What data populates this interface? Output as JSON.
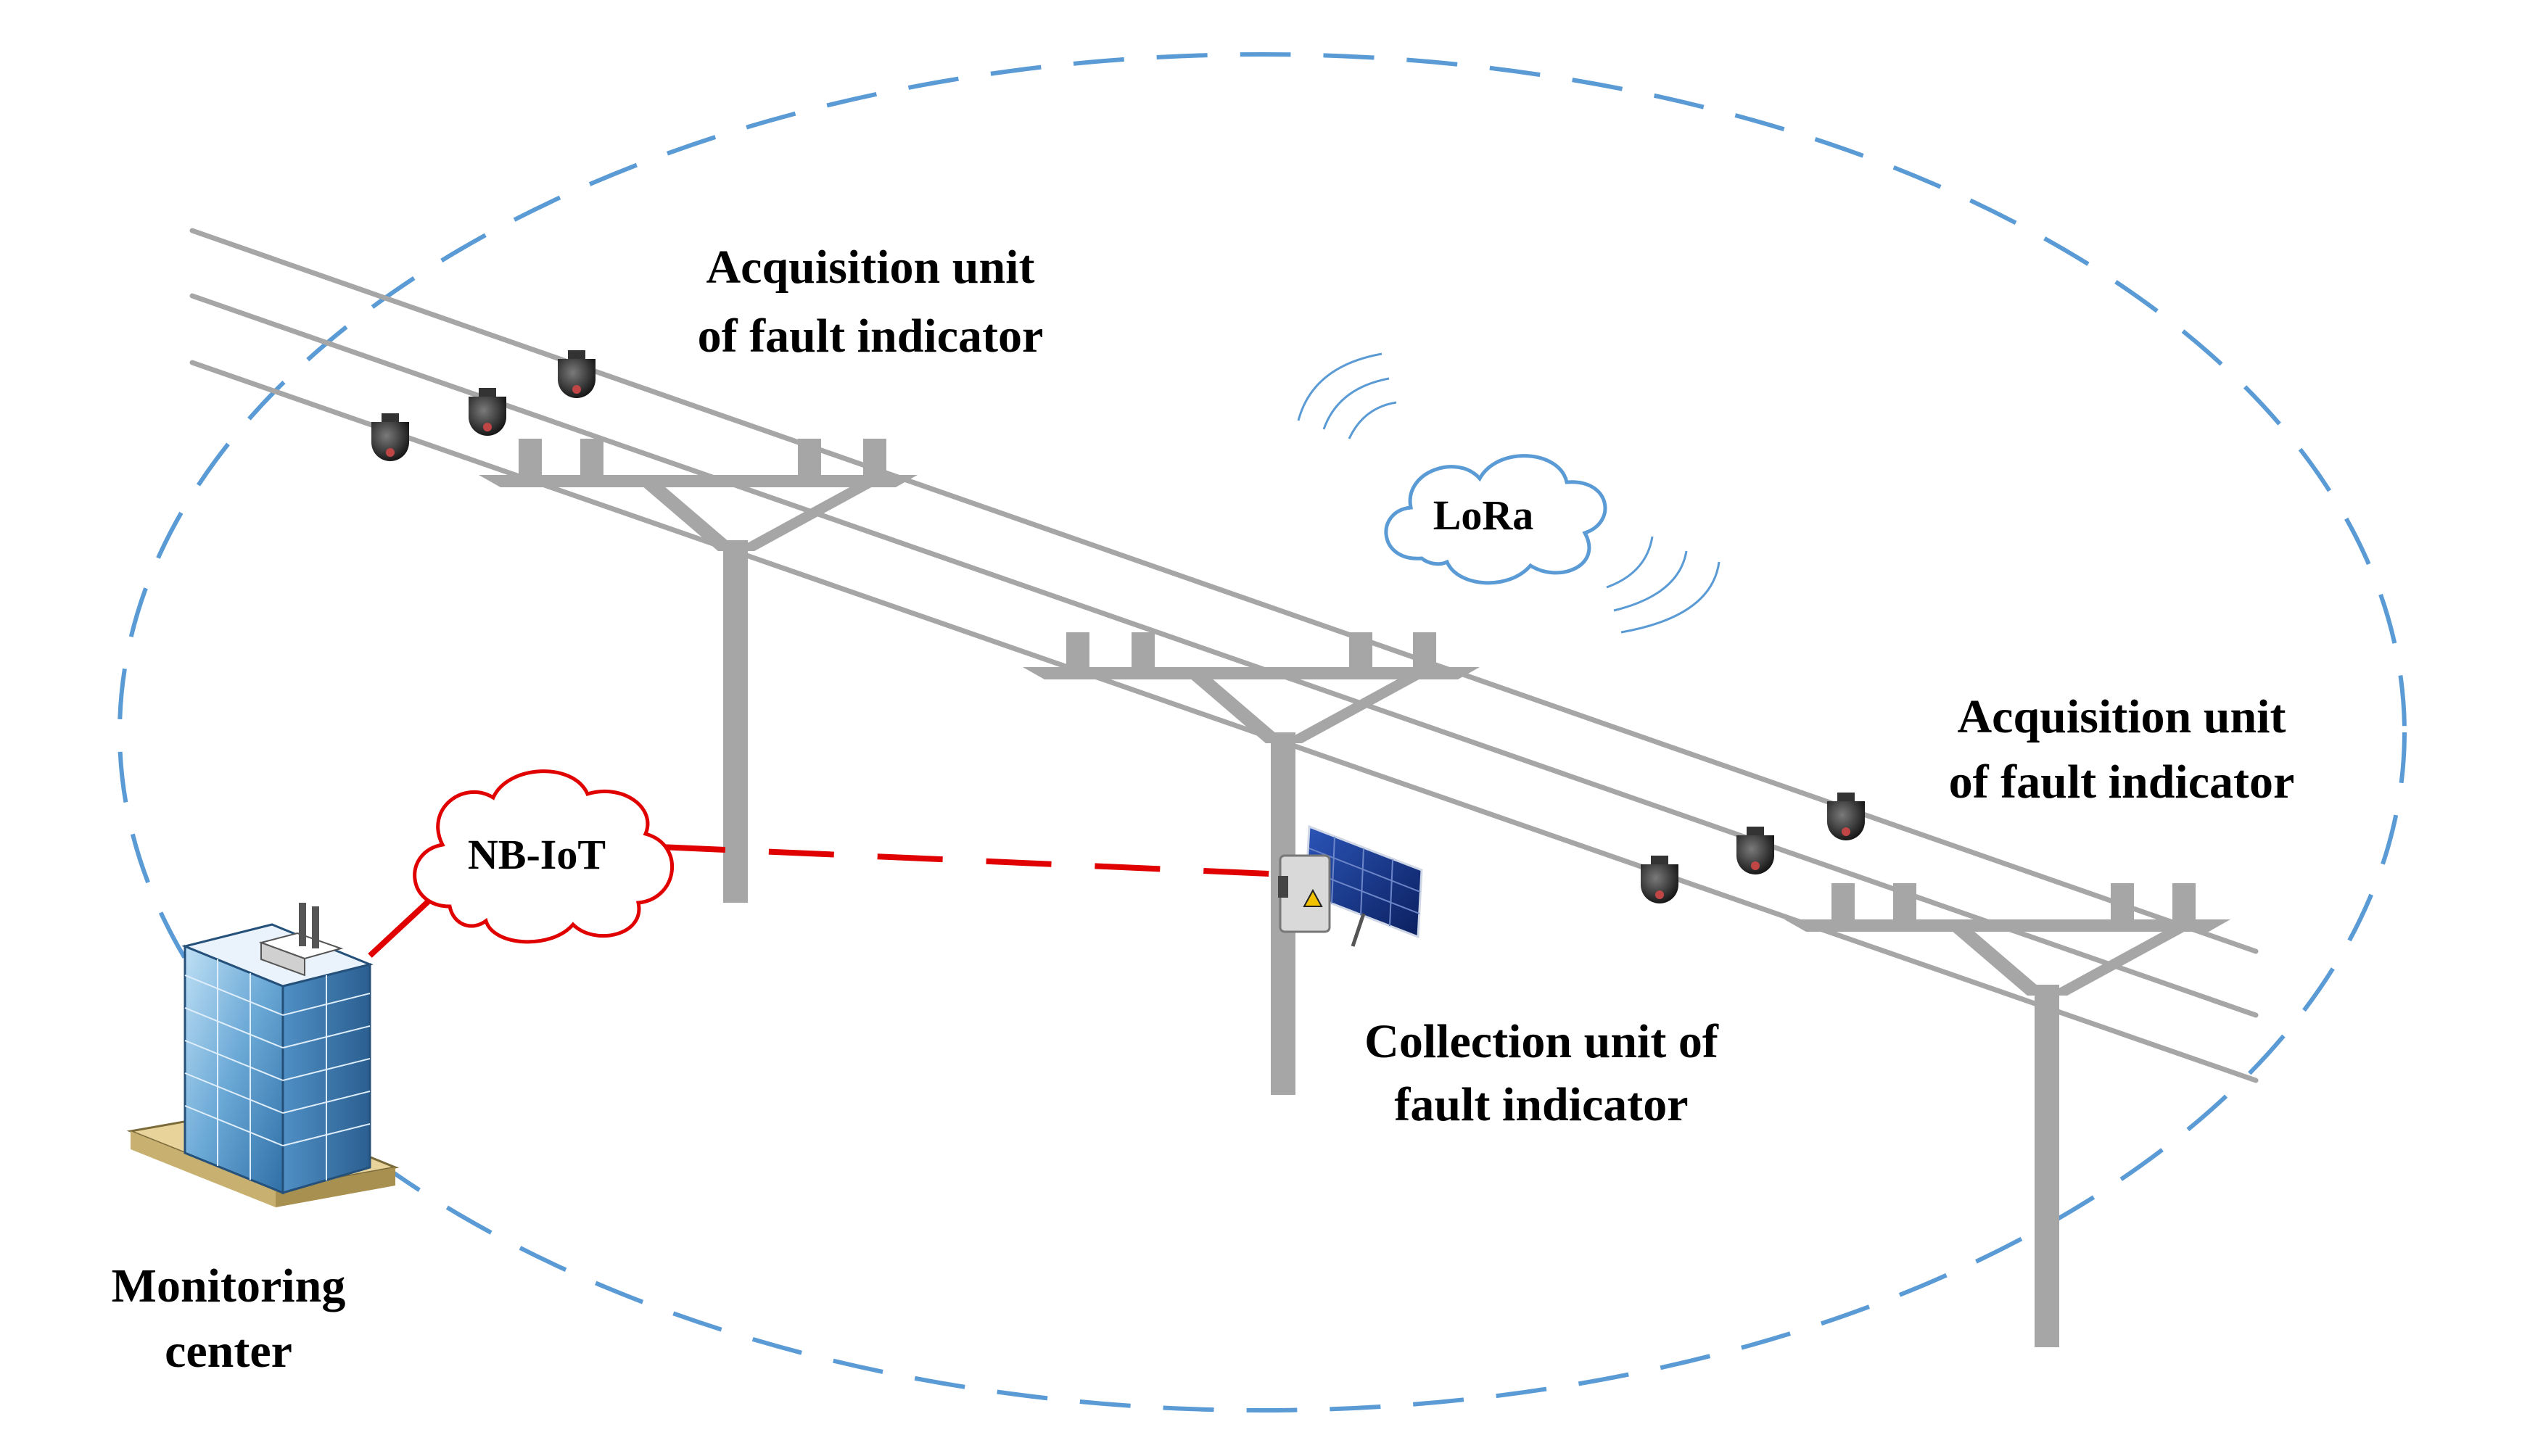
{
  "labels": {
    "acq_left_line1": "Acquisition unit",
    "acq_left_line2": "of fault indicator",
    "acq_right_line1": "Acquisition unit",
    "acq_right_line2": "of fault indicator",
    "lora": "LoRa",
    "nbiot": "NB-IoT",
    "collection_line1": "Collection unit of",
    "collection_line2": "fault indicator",
    "monitoring_line1": "Monitoring",
    "monitoring_line2": "center"
  },
  "colors": {
    "ellipse_dash": "#5b9bd5",
    "power_line": "#a6a6a6",
    "pole": "#a6a6a6",
    "cloud_stroke": "#5b9bd5",
    "nbiot_link": "#e00000",
    "indicator_body": "#2a2a2a",
    "building_glass": "#7fb3d9"
  },
  "icons": [
    "fault-indicator-icon",
    "solar-panel-icon",
    "building-icon",
    "signal-wave-icon",
    "cloud-icon"
  ]
}
